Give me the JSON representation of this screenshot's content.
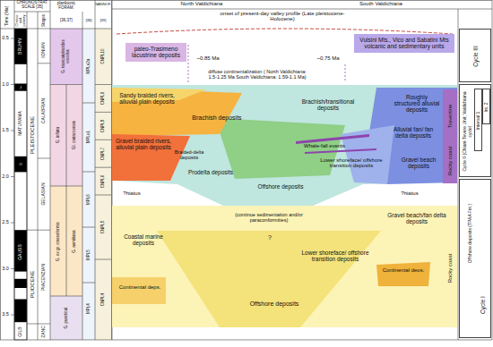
{
  "diagram": {
    "nodes": [
      {
        "text": [
          "paleo-Trasimeno lacustrine deposits"
        ]
      },
      {
        "text": [
          "Vulsini Mts., Vico and Sabatini Mts volcanic and sedimentary units"
        ]
      },
      {
        "text": [
          "Cycle III"
        ]
      },
      {
        "text": [
          "Cycle II (Chiani-Tevere Unit; Valdichiana cycle)"
        ]
      },
      {
        "text": [
          "Interval 1"
        ],
        "in": 3
      },
      {
        "text": [
          "Int. 2"
        ],
        "in": 3
      },
      {
        "text": [
          "Cycle I",
          "Offshore deposits (TPAA Fm.)"
        ]
      }
    ],
    "labels": [
      "CHRONOSTRAT. SCALE [35]",
      "Time (Ma)",
      "Chrons and polarity",
      "Stages",
      "planktonic FORAM.",
      "[36,37]",
      "[38]",
      "NANNOF.",
      "[39]",
      "0.5",
      "1.0",
      "1.5",
      "2.0",
      "2.5",
      "3.0",
      "3.5",
      "BRUHN",
      "J",
      "MATUYAMA",
      "O",
      "GAUSS",
      "GILB",
      "PLEISTOCENE",
      "PLIOCENE",
      "IONIAN",
      "CALABRIAN",
      "GELASIAN",
      "PIACENZIAN",
      "ZANC",
      "G. truncatulinoides excelsa",
      "G. inflata",
      "Gl. cariacoensis",
      "G. ex gr. crassaformis",
      "G. aemiliana",
      "G. puncticul.",
      "MPLe2a",
      "MPLe1",
      "MPL6",
      "MPL5",
      "MPL4",
      "CNPL10",
      "CNPL9",
      "CNPL8",
      "CNPL7",
      "CNPL6",
      "CNPL5",
      "CNPL4",
      "North Valdichiana",
      "South Valdichiana",
      "onset of present-day valley profile (Late pleistocene-Holocene)",
      "~0.85 Ma",
      "~0.75 Ma",
      "diffuse continentalization ( North Valdichiana: 1.5-1.25 Ma South Valdichiana: 1.59-1.1 Ma)",
      "Sandy braided rivers, alluvial plain deposits",
      "Brachish deposits",
      "Brachish/transitional deposits",
      "Roughly structured alluvial deposits",
      "Travertine",
      "Alluvial fan/ fan delta deposits",
      "Rocky coast",
      "Gravel braided rivers, alluvial plain deposits",
      "Braided-delta deposits",
      "Whale-fall events",
      "Lower shoreface/ offshore transition deposits",
      "Gravel beach deposits",
      "Prodelta deposits",
      "Offshore deposits",
      "?hiatus",
      "?hiatus",
      "?",
      "(continue sedimentation and/or paraconformities)",
      "Coastal marine deposits",
      "Gravel beach/fan delta deposits",
      "Lower shoreface/ offshore transition deposits",
      "Continental deos.",
      "Rocky coast",
      "Continental deps.",
      "Offshore deposits"
    ]
  }
}
